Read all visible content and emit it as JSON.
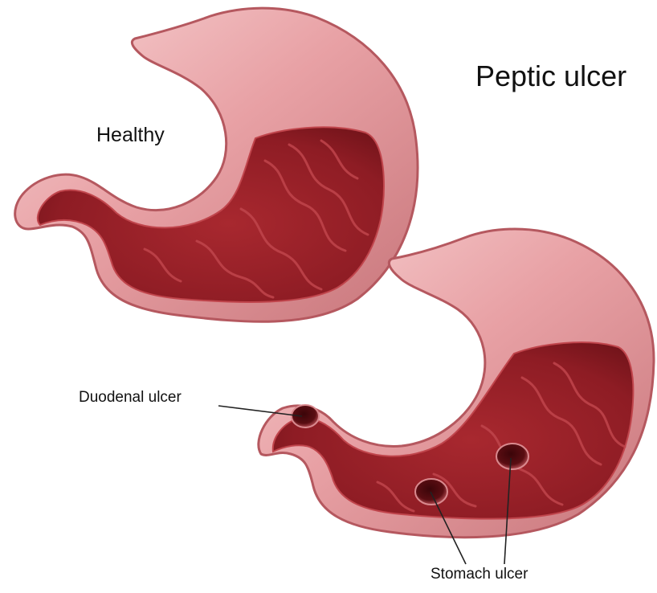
{
  "title": "Peptic ulcer",
  "labels": {
    "healthy": "Healthy",
    "duodenal_ulcer": "Duodenal ulcer",
    "stomach_ulcer": "Stomach ulcer"
  },
  "colors": {
    "outer_wall": "#e8a1a5",
    "wall_edge": "#b5585f",
    "inner_lining": "#8e1c24",
    "fold_highlight": "#c0454c",
    "ulcer": "#5a0d12",
    "leader_line": "#222222"
  }
}
